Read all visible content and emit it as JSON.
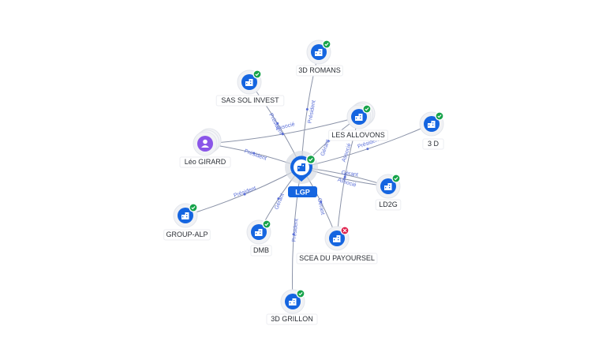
{
  "center": {
    "label": "LGP",
    "icon": "company-icon"
  },
  "nodes": [
    {
      "id": "romans",
      "label": "3D ROMANS",
      "type": "company",
      "status": "ok"
    },
    {
      "id": "solinv",
      "label": "SAS SOL INVEST",
      "type": "company",
      "status": "ok"
    },
    {
      "id": "allovons",
      "label": "LES ALLOVONS",
      "type": "company",
      "status": "ok"
    },
    {
      "id": "3d",
      "label": "3 D",
      "type": "company",
      "status": "ok"
    },
    {
      "id": "girard",
      "label": "Léo GIRARD",
      "type": "person",
      "status": "none"
    },
    {
      "id": "ld2g",
      "label": "LD2G",
      "type": "company",
      "status": "ok"
    },
    {
      "id": "alp",
      "label": "GROUP-ALP",
      "type": "company",
      "status": "ok"
    },
    {
      "id": "dmb",
      "label": "DMB",
      "type": "company",
      "status": "ok"
    },
    {
      "id": "scea",
      "label": "SCEA DU PAYOURSEL",
      "type": "company",
      "status": "closed"
    },
    {
      "id": "grillon",
      "label": "3D GRILLON",
      "type": "company",
      "status": "ok"
    }
  ],
  "edges": [
    {
      "from": "center",
      "to": "romans",
      "label": "Président"
    },
    {
      "from": "center",
      "to": "solinv",
      "label": "Président"
    },
    {
      "from": "center",
      "to": "allovons",
      "label": "Gérant"
    },
    {
      "from": "girard",
      "to": "allovons",
      "label": "Associé"
    },
    {
      "from": "girard",
      "to": "center",
      "label": "Président"
    },
    {
      "from": "center",
      "to": "3d",
      "label": "Président"
    },
    {
      "from": "center",
      "to": "ld2g",
      "label": "Gérant"
    },
    {
      "from": "center",
      "to": "ld2g",
      "label": "Associé"
    },
    {
      "from": "center",
      "to": "alp",
      "label": "Président"
    },
    {
      "from": "center",
      "to": "dmb",
      "label": "Gérant"
    },
    {
      "from": "center",
      "to": "scea",
      "label": "Gérant"
    },
    {
      "from": "center",
      "to": "grillon",
      "label": "Président"
    },
    {
      "from": "scea",
      "to": "allovons",
      "label": "Associé"
    }
  ],
  "colors": {
    "company": "#1565e0",
    "person": "#8a55e8",
    "ok": "#16a34a",
    "closed": "#e0234e",
    "edge": "#8b93a8",
    "edgeLabel": "#5a6fd8"
  }
}
